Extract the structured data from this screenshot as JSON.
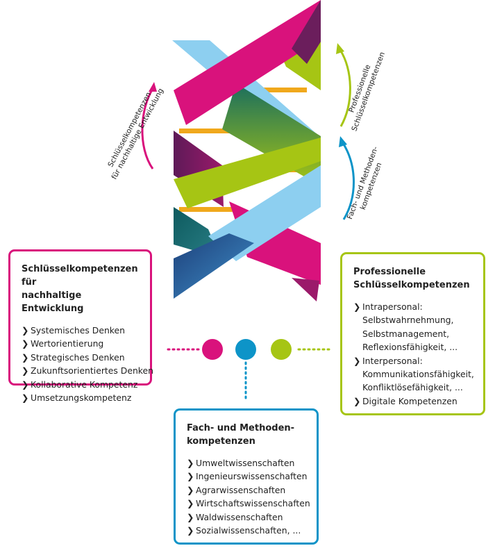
{
  "labels": {
    "left_arc": [
      "Schlüsselkompetenzen",
      "für nachhaltige Entwicklung"
    ],
    "right_top_arc": [
      "Professionelle",
      "Schlüsselkompetenzen"
    ],
    "right_bottom_arc": [
      "Fach- und Methoden-",
      "kompetenzen"
    ]
  },
  "boxes": {
    "left": {
      "title": [
        "Schlüsselkompetenzen für",
        "nachhaltige Entwicklung"
      ],
      "items": [
        "Systemisches Denken",
        "Wertorientierung",
        "Strategisches Denken",
        "Zukunftsorientiertes Denken",
        "Kollaborative Kompetenz",
        "Umsetzungskompetenz"
      ]
    },
    "right": {
      "title": [
        "Professionelle",
        "Schlüsselkompetenzen"
      ],
      "items": [
        [
          "Intrapersonal:",
          "Selbstwahrnehmung,",
          "Selbstmanagement,",
          "Reflexionsfähigkeit, ..."
        ],
        [
          "Interpersonal:",
          "Kommunikationsfähigkeit,",
          "Konfliktlösefähigkeit, ..."
        ],
        [
          "Digitale Kompetenzen"
        ]
      ]
    },
    "bottom": {
      "title": [
        "Fach- und Methoden-",
        "kompetenzen"
      ],
      "items": [
        "Umweltwissenschaften",
        "Ingenieurswissenschaften",
        "Agrarwissenschaften",
        "Wirtschaftswissenschaften",
        "Waldwissenschaften",
        "Sozialwissenschaften, ..."
      ]
    }
  },
  "bullet_glyph": "❯",
  "colors": {
    "magenta": "#d9127c",
    "blue": "#0d94c8",
    "green": "#a6c514",
    "light_blue": "#8dcff0",
    "purple": "#6b1e5c",
    "teal": "#0d6a6a",
    "navy": "#2e4a8a",
    "rung": "#f0a81c"
  }
}
